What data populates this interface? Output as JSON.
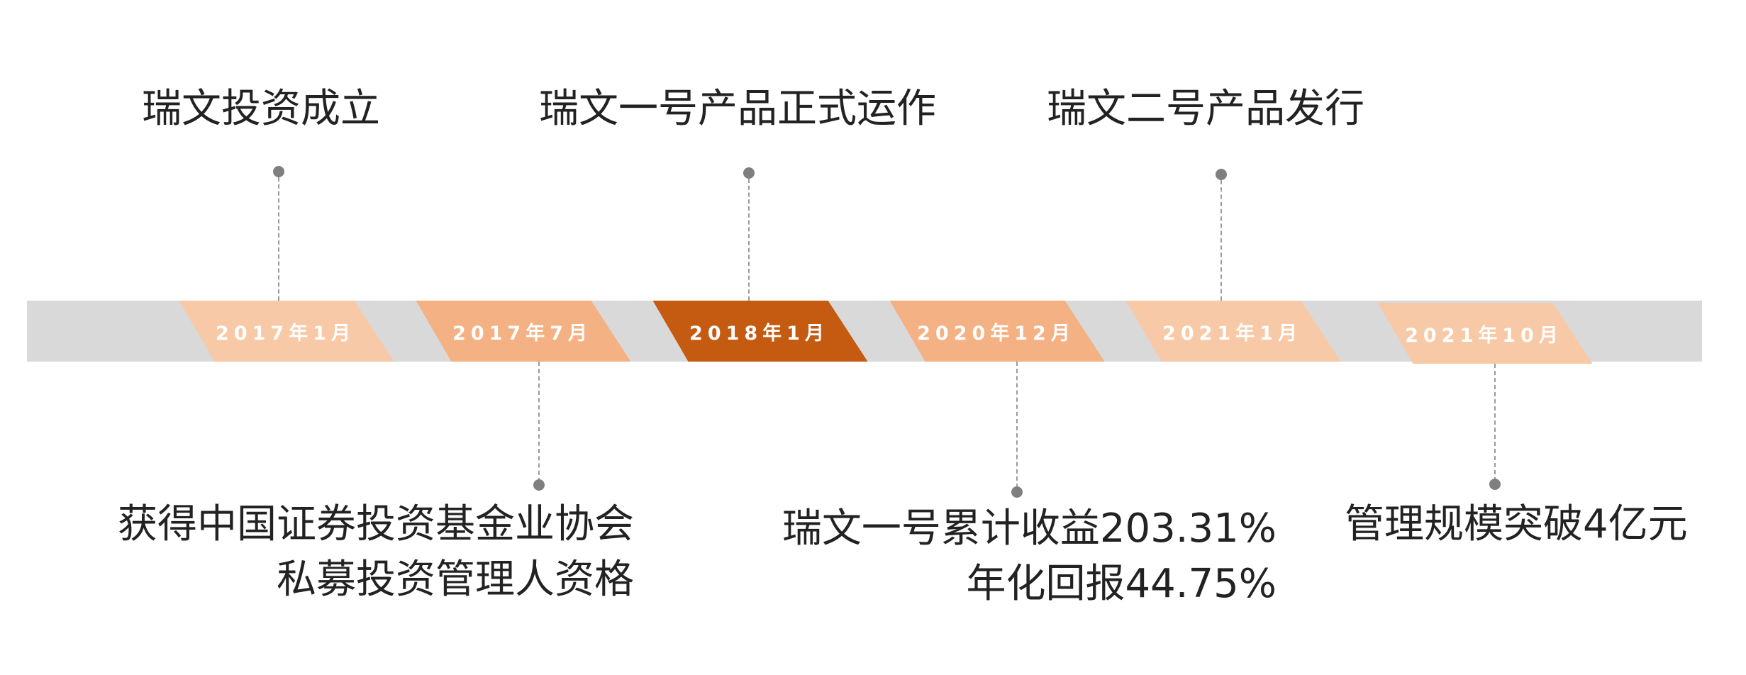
{
  "timeline": {
    "colors": {
      "track": "#d9d9d9",
      "light": "#f8c9a7",
      "medium": "#f4b183",
      "dark": "#c55a11",
      "dot": "#7f7f7f",
      "connector": "#9a9a9a"
    },
    "milestones": [
      {
        "date": "2017年1月",
        "tone": "light"
      },
      {
        "date": "2017年7月",
        "tone": "medium"
      },
      {
        "date": "2018年1月",
        "tone": "dark"
      },
      {
        "date": "2020年12月",
        "tone": "medium"
      },
      {
        "date": "2021年1月",
        "tone": "light"
      },
      {
        "date": "2021年10月",
        "tone": "light"
      }
    ],
    "events": {
      "e1": "瑞文投资成立",
      "e2_line1": "获得中国证券投资基金业协会",
      "e2_line2": "私募投资管理人资格",
      "e3": "瑞文一号产品正式运作",
      "e4_line1": "瑞文一号累计收益203.31%",
      "e4_line2": "年化回报44.75%",
      "e5": "瑞文二号产品发行",
      "e6": "管理规模突破4亿元"
    }
  }
}
